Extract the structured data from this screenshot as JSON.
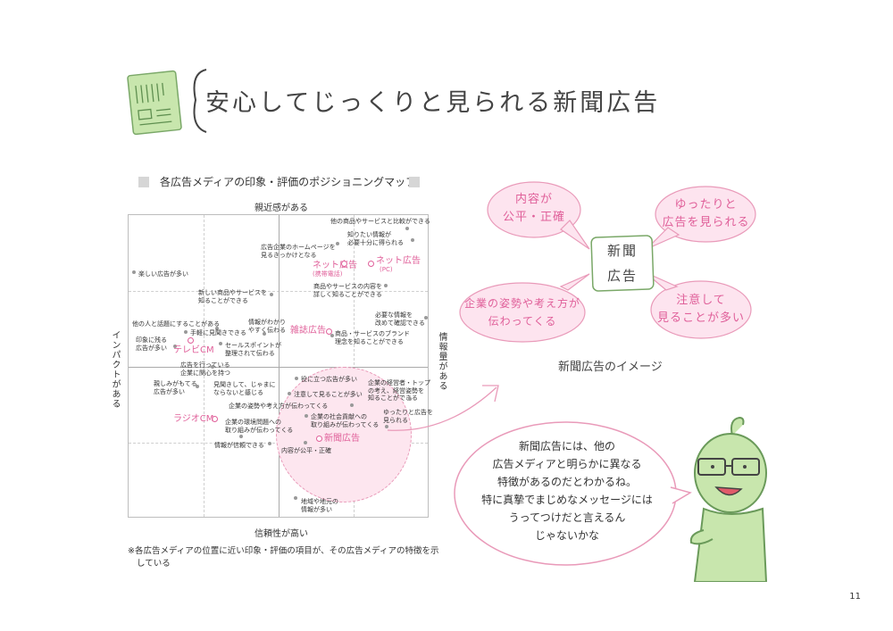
{
  "title": "安心してじっくりと見られる新聞広告",
  "chart_title": "各広告メディアの印象・評価のポジショニングマップ",
  "axes": {
    "top": "親近感がある",
    "bottom": "信頼性が高い",
    "left": "インパクトがある",
    "right": "情報量がある"
  },
  "chart_data": {
    "type": "scatter",
    "title": "各広告メディアの印象・評価のポジショニングマップ",
    "xlabel": "",
    "ylabel": "",
    "series": [
      {
        "points": [
          {
            "label": "ネット広告(携帯電話)"
          },
          {
            "label": "ネット広告(PC)"
          },
          {
            "label": "雑誌広告"
          },
          {
            "label": "テレビCM"
          },
          {
            "label": "ラジオCM"
          },
          {
            "label": "新聞広告"
          }
        ]
      }
    ]
  },
  "media": {
    "net_mobile": "ネット広告",
    "net_mobile_sub": "(携帯電話)",
    "net_pc": "ネット広告",
    "net_pc_sub": "(PC)",
    "magazine": "雑誌広告",
    "tv": "テレビCM",
    "radio": "ラジオCM",
    "newspaper": "新聞広告"
  },
  "items": {
    "i1": "他の商品やサービスと比較ができる",
    "i2a": "知りたい情報が",
    "i2b": "必要十分に得られる",
    "i3a": "広告企業のホームページを",
    "i3b": "見るきっかけとなる",
    "i4": "楽しい広告が多い",
    "i5a": "商品やサービスの内容を",
    "i5b": "詳しく知ることができる",
    "i6a": "新しい商品やサービスを",
    "i6b": "知ることができる",
    "i7a": "必要な情報を",
    "i7b": "改めて確認できる",
    "i8": "他の人と話題にすることがある",
    "i9a": "情報がわかり",
    "i9b": "やすく伝わる",
    "i10": "手軽に見聞きできる",
    "i11a": "商品・サービスのブランド",
    "i11b": "理念を知ることができる",
    "i12a": "印象に残る",
    "i12b": "広告が多い",
    "i13a": "セールスポイントが",
    "i13b": "整理されて伝わる",
    "i14a": "広告を行っている",
    "i14b": "企業に関心を持つ",
    "i15": "役に立つ広告が多い",
    "i16a": "親しみがもてる",
    "i16b": "広告が多い",
    "i17a": "見聞きして、じゃまに",
    "i17b": "ならないと感じる",
    "i18a": "企業の経営者・トップ",
    "i18b": "の考え、経営姿勢を",
    "i18c": "知ることができる",
    "i19": "注意して見ることが多い",
    "i20": "企業の姿勢や考え方が伝わってくる",
    "i21a": "ゆったりと広告を",
    "i21b": "見られる",
    "i22a": "企業の環境問題への",
    "i22b": "取り組みが伝わってくる",
    "i23a": "企業の社会貢献への",
    "i23b": "取り組みが伝わってくる",
    "i24": "情報が信頼できる",
    "i25": "内容が公平・正確",
    "i26a": "地域や地元の",
    "i26b": "情報が多い"
  },
  "note_a": "※各広告メディアの位置に近い印象・評価の項目が、その広告メディアの特徴を示",
  "note_b": "している",
  "image_caption": "新聞広告のイメージ",
  "center": {
    "l1": "新聞",
    "l2": "広告"
  },
  "bubbles": {
    "b1a": "内容が",
    "b1b": "公平・正確",
    "b2a": "ゆったりと",
    "b2b": "広告を見られる",
    "b3a": "企業の姿勢や考え方が",
    "b3b": "伝わってくる",
    "b4a": "注意して",
    "b4b": "見ることが多い"
  },
  "speech": {
    "l1": "新聞広告には、他の",
    "l2": "広告メディアと明らかに異なる",
    "l3": "特徴があるのだとわかるね。",
    "l4": "特に真摯でまじめなメッセージには",
    "l5": "うってつけだと言えるん",
    "l6": "じゃないかな"
  },
  "page_number": "11",
  "colors": {
    "accent_pink": "#e0609a",
    "illustration_green": "#b8dc9a",
    "bubble_fill": "#fde4ef"
  }
}
